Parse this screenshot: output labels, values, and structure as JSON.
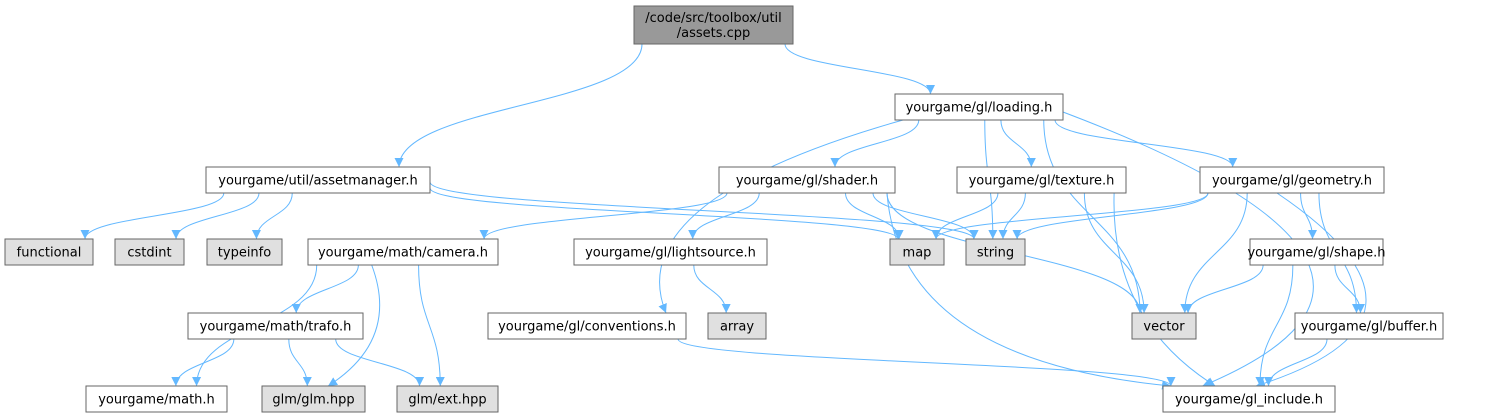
{
  "colors": {
    "root_fill": "#999999",
    "node_fill": "#ffffff",
    "system_fill": "#e0e0e0",
    "node_border": "#666666",
    "edge": "#63b8ff"
  },
  "nodes": [
    {
      "id": "root",
      "lines": [
        "/code/src/toolbox/util",
        "/assets.cpp"
      ],
      "kind": "root"
    },
    {
      "id": "loading",
      "lines": [
        "yourgame/gl/loading.h"
      ],
      "kind": "header"
    },
    {
      "id": "assetmanager",
      "lines": [
        "yourgame/util/assetmanager.h"
      ],
      "kind": "header"
    },
    {
      "id": "shader",
      "lines": [
        "yourgame/gl/shader.h"
      ],
      "kind": "header"
    },
    {
      "id": "texture",
      "lines": [
        "yourgame/gl/texture.h"
      ],
      "kind": "header"
    },
    {
      "id": "geometry",
      "lines": [
        "yourgame/gl/geometry.h"
      ],
      "kind": "header"
    },
    {
      "id": "functional",
      "lines": [
        "functional"
      ],
      "kind": "system"
    },
    {
      "id": "cstdint",
      "lines": [
        "cstdint"
      ],
      "kind": "system"
    },
    {
      "id": "typeinfo",
      "lines": [
        "typeinfo"
      ],
      "kind": "system"
    },
    {
      "id": "camera",
      "lines": [
        "yourgame/math/camera.h"
      ],
      "kind": "header"
    },
    {
      "id": "lightsource",
      "lines": [
        "yourgame/gl/lightsource.h"
      ],
      "kind": "header"
    },
    {
      "id": "map",
      "lines": [
        "map"
      ],
      "kind": "system"
    },
    {
      "id": "string",
      "lines": [
        "string"
      ],
      "kind": "system"
    },
    {
      "id": "shape",
      "lines": [
        "yourgame/gl/shape.h"
      ],
      "kind": "header"
    },
    {
      "id": "trafo",
      "lines": [
        "yourgame/math/trafo.h"
      ],
      "kind": "header"
    },
    {
      "id": "conventions",
      "lines": [
        "yourgame/gl/conventions.h"
      ],
      "kind": "header"
    },
    {
      "id": "array",
      "lines": [
        "array"
      ],
      "kind": "system"
    },
    {
      "id": "vector",
      "lines": [
        "vector"
      ],
      "kind": "system"
    },
    {
      "id": "buffer",
      "lines": [
        "yourgame/gl/buffer.h"
      ],
      "kind": "header"
    },
    {
      "id": "math",
      "lines": [
        "yourgame/math.h"
      ],
      "kind": "header"
    },
    {
      "id": "glm",
      "lines": [
        "glm/glm.hpp"
      ],
      "kind": "system"
    },
    {
      "id": "ext",
      "lines": [
        "glm/ext.hpp"
      ],
      "kind": "system"
    },
    {
      "id": "gl_include",
      "lines": [
        "yourgame/gl_include.h"
      ],
      "kind": "header"
    }
  ],
  "edges": [
    [
      "root",
      "assetmanager"
    ],
    [
      "root",
      "loading"
    ],
    [
      "assetmanager",
      "functional"
    ],
    [
      "assetmanager",
      "cstdint"
    ],
    [
      "assetmanager",
      "typeinfo"
    ],
    [
      "assetmanager",
      "map"
    ],
    [
      "assetmanager",
      "string"
    ],
    [
      "loading",
      "conventions"
    ],
    [
      "loading",
      "shader"
    ],
    [
      "loading",
      "string"
    ],
    [
      "loading",
      "texture"
    ],
    [
      "loading",
      "vector"
    ],
    [
      "loading",
      "geometry"
    ],
    [
      "loading",
      "gl_include"
    ],
    [
      "shader",
      "camera"
    ],
    [
      "shader",
      "lightsource"
    ],
    [
      "shader",
      "map"
    ],
    [
      "shader",
      "string"
    ],
    [
      "shader",
      "vector"
    ],
    [
      "shader",
      "gl_include"
    ],
    [
      "texture",
      "map"
    ],
    [
      "texture",
      "string"
    ],
    [
      "texture",
      "vector"
    ],
    [
      "texture",
      "gl_include"
    ],
    [
      "geometry",
      "map"
    ],
    [
      "geometry",
      "string"
    ],
    [
      "geometry",
      "vector"
    ],
    [
      "geometry",
      "shape"
    ],
    [
      "geometry",
      "buffer"
    ],
    [
      "geometry",
      "gl_include"
    ],
    [
      "camera",
      "math"
    ],
    [
      "camera",
      "trafo"
    ],
    [
      "camera",
      "glm"
    ],
    [
      "camera",
      "ext"
    ],
    [
      "trafo",
      "math"
    ],
    [
      "trafo",
      "glm"
    ],
    [
      "trafo",
      "ext"
    ],
    [
      "lightsource",
      "array"
    ],
    [
      "shape",
      "vector"
    ],
    [
      "shape",
      "buffer"
    ],
    [
      "shape",
      "gl_include"
    ],
    [
      "buffer",
      "gl_include"
    ],
    [
      "conventions",
      "gl_include"
    ]
  ]
}
